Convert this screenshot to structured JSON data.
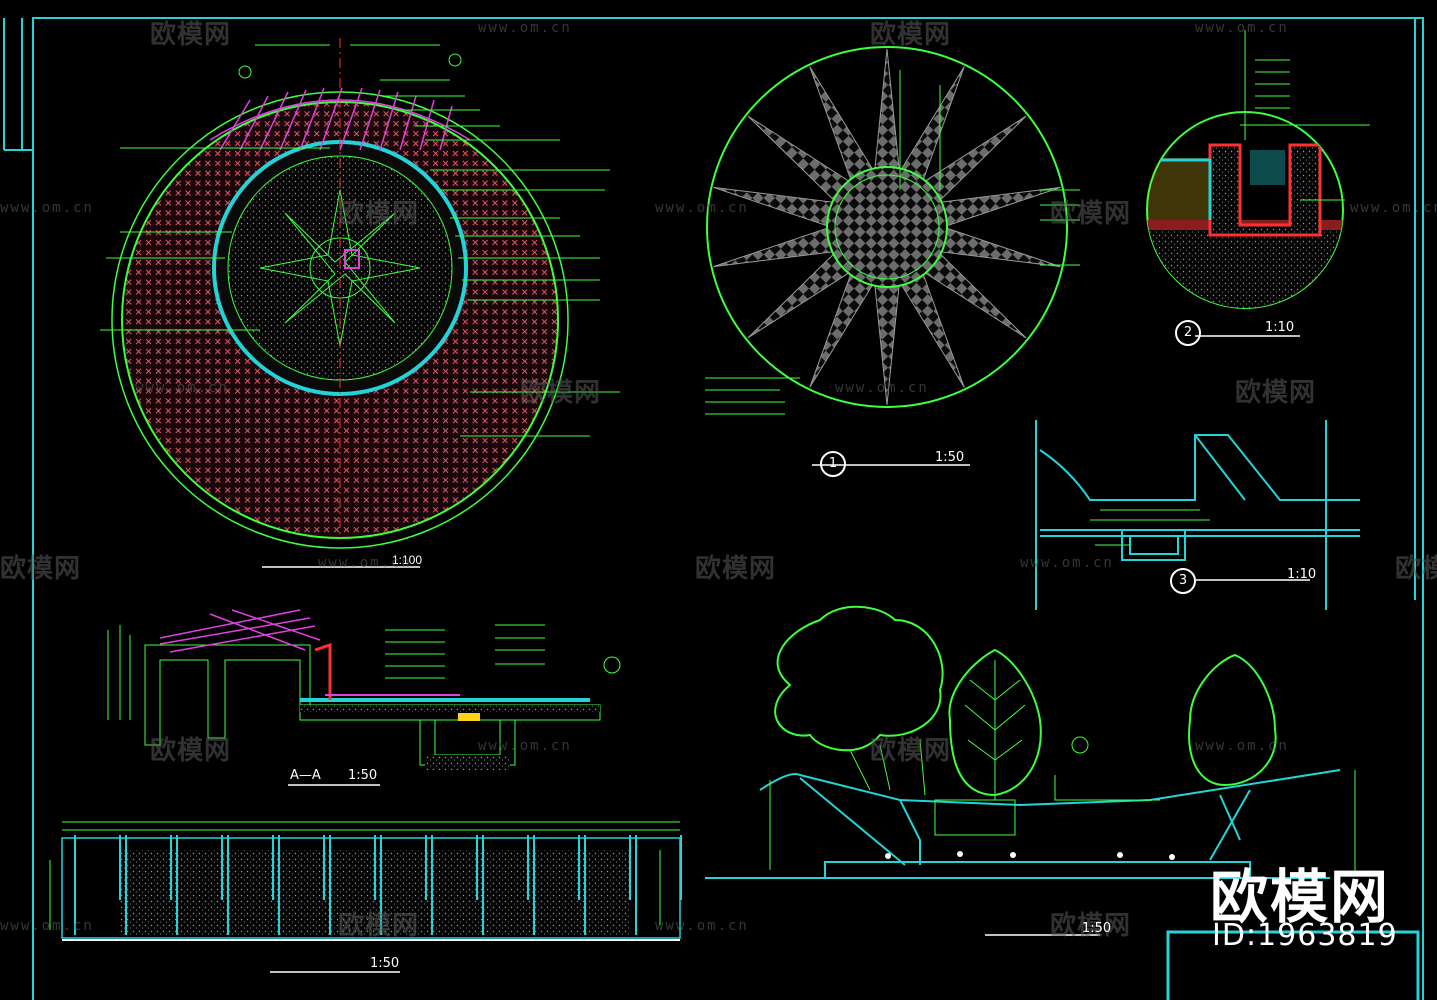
{
  "watermark": {
    "brand": "欧模网",
    "url": "www.om.cn"
  },
  "badge": {
    "brand": "欧模网",
    "id": "ID:1963819"
  },
  "details": {
    "d1": {
      "number": "1",
      "scale": "1:50"
    },
    "d2": {
      "number": "2",
      "scale": "1:10"
    },
    "d3": {
      "number": "3",
      "scale": "1:10"
    }
  },
  "plans": {
    "plan_scale": "1:100",
    "section_aa": {
      "label": "A—A",
      "scale": "1:50"
    },
    "elevation_scale": "1:50",
    "section_scale": "1:50"
  },
  "colors": {
    "frame": "#22d3d8",
    "line": "#3dff3d",
    "paving": "#d85a6a",
    "accent_red": "#ff3030",
    "magenta": "#e040e0",
    "yellow": "#ffd21a",
    "white": "#ffffff"
  }
}
